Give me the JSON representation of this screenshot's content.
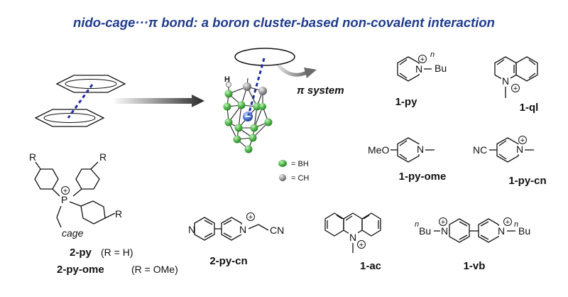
{
  "title": "nido-cage···π bond:  a boron cluster-based non-covalent  interaction",
  "pi_system_label": "π system",
  "legend": {
    "bh": "= BH",
    "ch": "= CH",
    "h_atom": "H",
    "bh_color": "#4fb84a",
    "ch_color": "#9a9a9a"
  },
  "atoms": {
    "plus": "+",
    "n": "N",
    "p": "P",
    "r": "R",
    "bu": "Bu",
    "n_prefix": "n",
    "meo": "MeO",
    "nc": "NC",
    "cn": "CN",
    "cage": "cage"
  },
  "compounds": {
    "py": "1-py",
    "ql": "1-ql",
    "py_ome": "1-py-ome",
    "py_cn": "1-py-cn",
    "two_py_name": "2-py",
    "two_py_cond": "(R = H)",
    "two_py_ome_name": "2-py-ome",
    "two_py_ome_cond": "(R = OMe)",
    "two_py_cn": "2-py-cn",
    "ac": "1-ac",
    "vb": "1-vb"
  },
  "colors": {
    "title": "#1f3c8c",
    "dash": "#1f2fa0"
  }
}
